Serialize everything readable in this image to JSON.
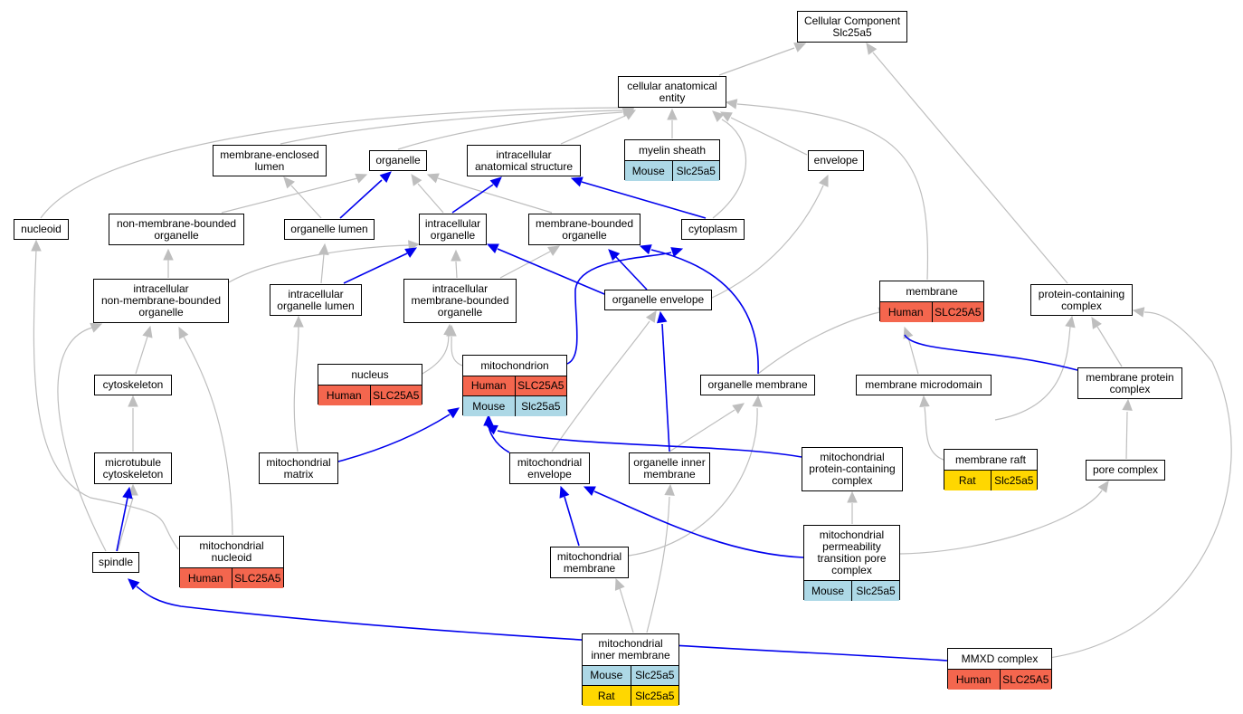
{
  "colors": {
    "is_a_edge": "#bebebe",
    "part_of_edge": "#0000ee",
    "Human": "#f4664e",
    "Mouse": "#add8e6",
    "Rat": "#ffd700"
  },
  "nodes": {
    "root": {
      "label": "Cellular Component\nSlc25a5"
    },
    "cae": {
      "label": "cellular anatomical\nentity"
    },
    "mel": {
      "label": "membrane-enclosed\nlumen"
    },
    "organelle": {
      "label": "organelle"
    },
    "ias": {
      "label": "intracellular\nanatomical structure"
    },
    "myelin": {
      "label": "myelin sheath"
    },
    "envelope": {
      "label": "envelope"
    },
    "nucleoid": {
      "label": "nucleoid"
    },
    "nmbo": {
      "label": "non-membrane-bounded\norganelle"
    },
    "olumen": {
      "label": "organelle lumen"
    },
    "io": {
      "label": "intracellular\norganelle"
    },
    "mbo": {
      "label": "membrane-bounded\norganelle"
    },
    "cytoplasm": {
      "label": "cytoplasm"
    },
    "inmbo": {
      "label": "intracellular\nnon-membrane-bounded\norganelle"
    },
    "iol": {
      "label": "intracellular\norganelle lumen"
    },
    "imbo": {
      "label": "intracellular\nmembrane-bounded\norganelle"
    },
    "oenv": {
      "label": "organelle envelope"
    },
    "membrane": {
      "label": "membrane"
    },
    "pcc": {
      "label": "protein-containing\ncomplex"
    },
    "nucleus": {
      "label": "nucleus"
    },
    "mito": {
      "label": "mitochondrion"
    },
    "cytoskeleton": {
      "label": "cytoskeleton"
    },
    "omem": {
      "label": "organelle membrane"
    },
    "mmd": {
      "label": "membrane microdomain"
    },
    "mpc": {
      "label": "membrane protein\ncomplex"
    },
    "mmatrix": {
      "label": "mitochondrial\nmatrix"
    },
    "menv": {
      "label": "mitochondrial\nenvelope"
    },
    "oim": {
      "label": "organelle inner\nmembrane"
    },
    "mpcc": {
      "label": "mitochondrial\nprotein-containing\ncomplex"
    },
    "mraft": {
      "label": "membrane raft"
    },
    "porec": {
      "label": "pore complex"
    },
    "mtc": {
      "label": "microtubule\ncytoskeleton"
    },
    "mnucleoid": {
      "label": "mitochondrial\nnucleoid"
    },
    "spindle": {
      "label": "spindle"
    },
    "mmem": {
      "label": "mitochondrial\nmembrane"
    },
    "mptp": {
      "label": "mitochondrial\npermeability\ntransition pore\ncomplex"
    },
    "mim": {
      "label": "mitochondrial\ninner membrane"
    },
    "mmxd": {
      "label": "MMXD complex"
    }
  },
  "annotations": {
    "myelin": [
      [
        "Mouse",
        "Slc25a5"
      ]
    ],
    "membrane": [
      [
        "Human",
        "SLC25A5"
      ]
    ],
    "nucleus": [
      [
        "Human",
        "SLC25A5"
      ]
    ],
    "mito": [
      [
        "Human",
        "SLC25A5"
      ],
      [
        "Mouse",
        "Slc25a5"
      ]
    ],
    "mraft": [
      [
        "Rat",
        "Slc25a5"
      ]
    ],
    "mnucleoid": [
      [
        "Human",
        "SLC25A5"
      ]
    ],
    "mptp": [
      [
        "Mouse",
        "Slc25a5"
      ]
    ],
    "mim": [
      [
        "Mouse",
        "Slc25a5"
      ],
      [
        "Rat",
        "Slc25a5"
      ]
    ],
    "mmxd": [
      [
        "Human",
        "SLC25A5"
      ]
    ]
  }
}
